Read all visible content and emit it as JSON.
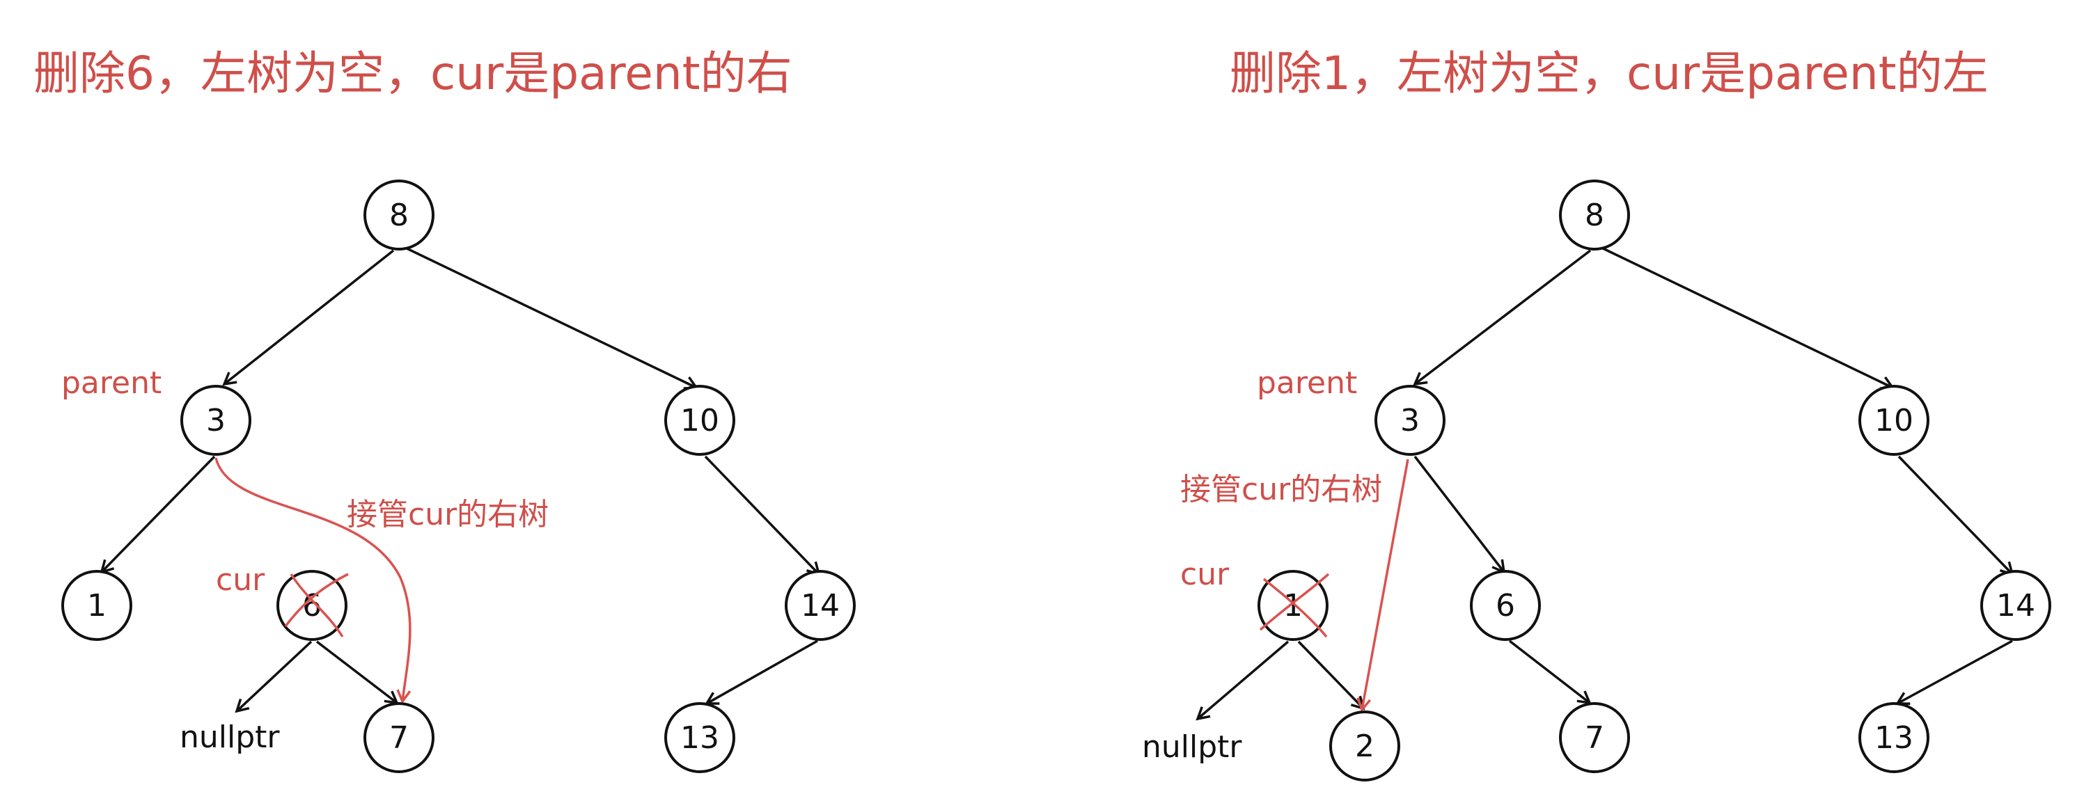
{
  "colors": {
    "accent": "#cf4f4a",
    "ink": "#111111"
  },
  "panels": [
    {
      "title": "删除6，左树为空，cur是parent的右",
      "parent_label": "parent",
      "cur_label": "cur",
      "takeover_label": "接管cur的右树",
      "null_label": "nullptr",
      "nodes": [
        "8",
        "3",
        "10",
        "1",
        "6",
        "14",
        "7",
        "13"
      ],
      "deleted_node": "6"
    },
    {
      "title": "删除1，左树为空，cur是parent的左",
      "parent_label": "parent",
      "cur_label": "cur",
      "takeover_label": "接管cur的右树",
      "null_label": "nullptr",
      "nodes": [
        "8",
        "3",
        "10",
        "1",
        "6",
        "14",
        "2",
        "7",
        "13"
      ],
      "deleted_node": "1"
    }
  ]
}
